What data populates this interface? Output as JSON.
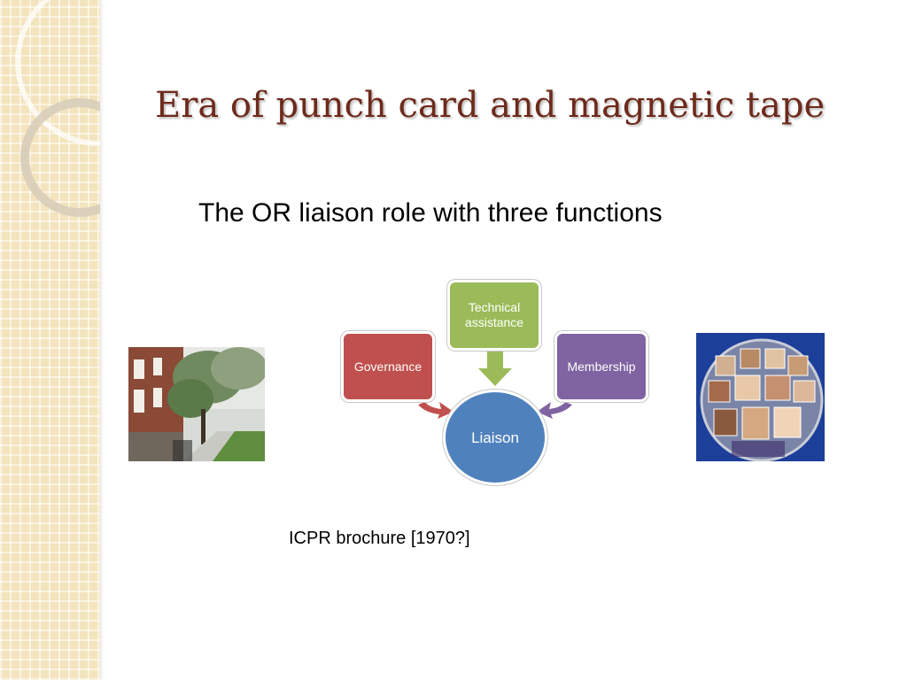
{
  "slide": {
    "title": "Era of punch card and magnetic tape",
    "subtitle": "The OR liaison role with three functions",
    "caption": "ICPR brochure [1970?]"
  },
  "diagram": {
    "center": "Liaison",
    "top": "Technical assistance",
    "left": "Governance",
    "right": "Membership"
  },
  "colors": {
    "title": "#6e2a1b",
    "governance": "#c0504d",
    "technical": "#9bbb59",
    "membership": "#8064a2",
    "liaison": "#4f81bd"
  },
  "images": {
    "left": "campus-building-photo",
    "right": "people-network-globe-photo"
  }
}
